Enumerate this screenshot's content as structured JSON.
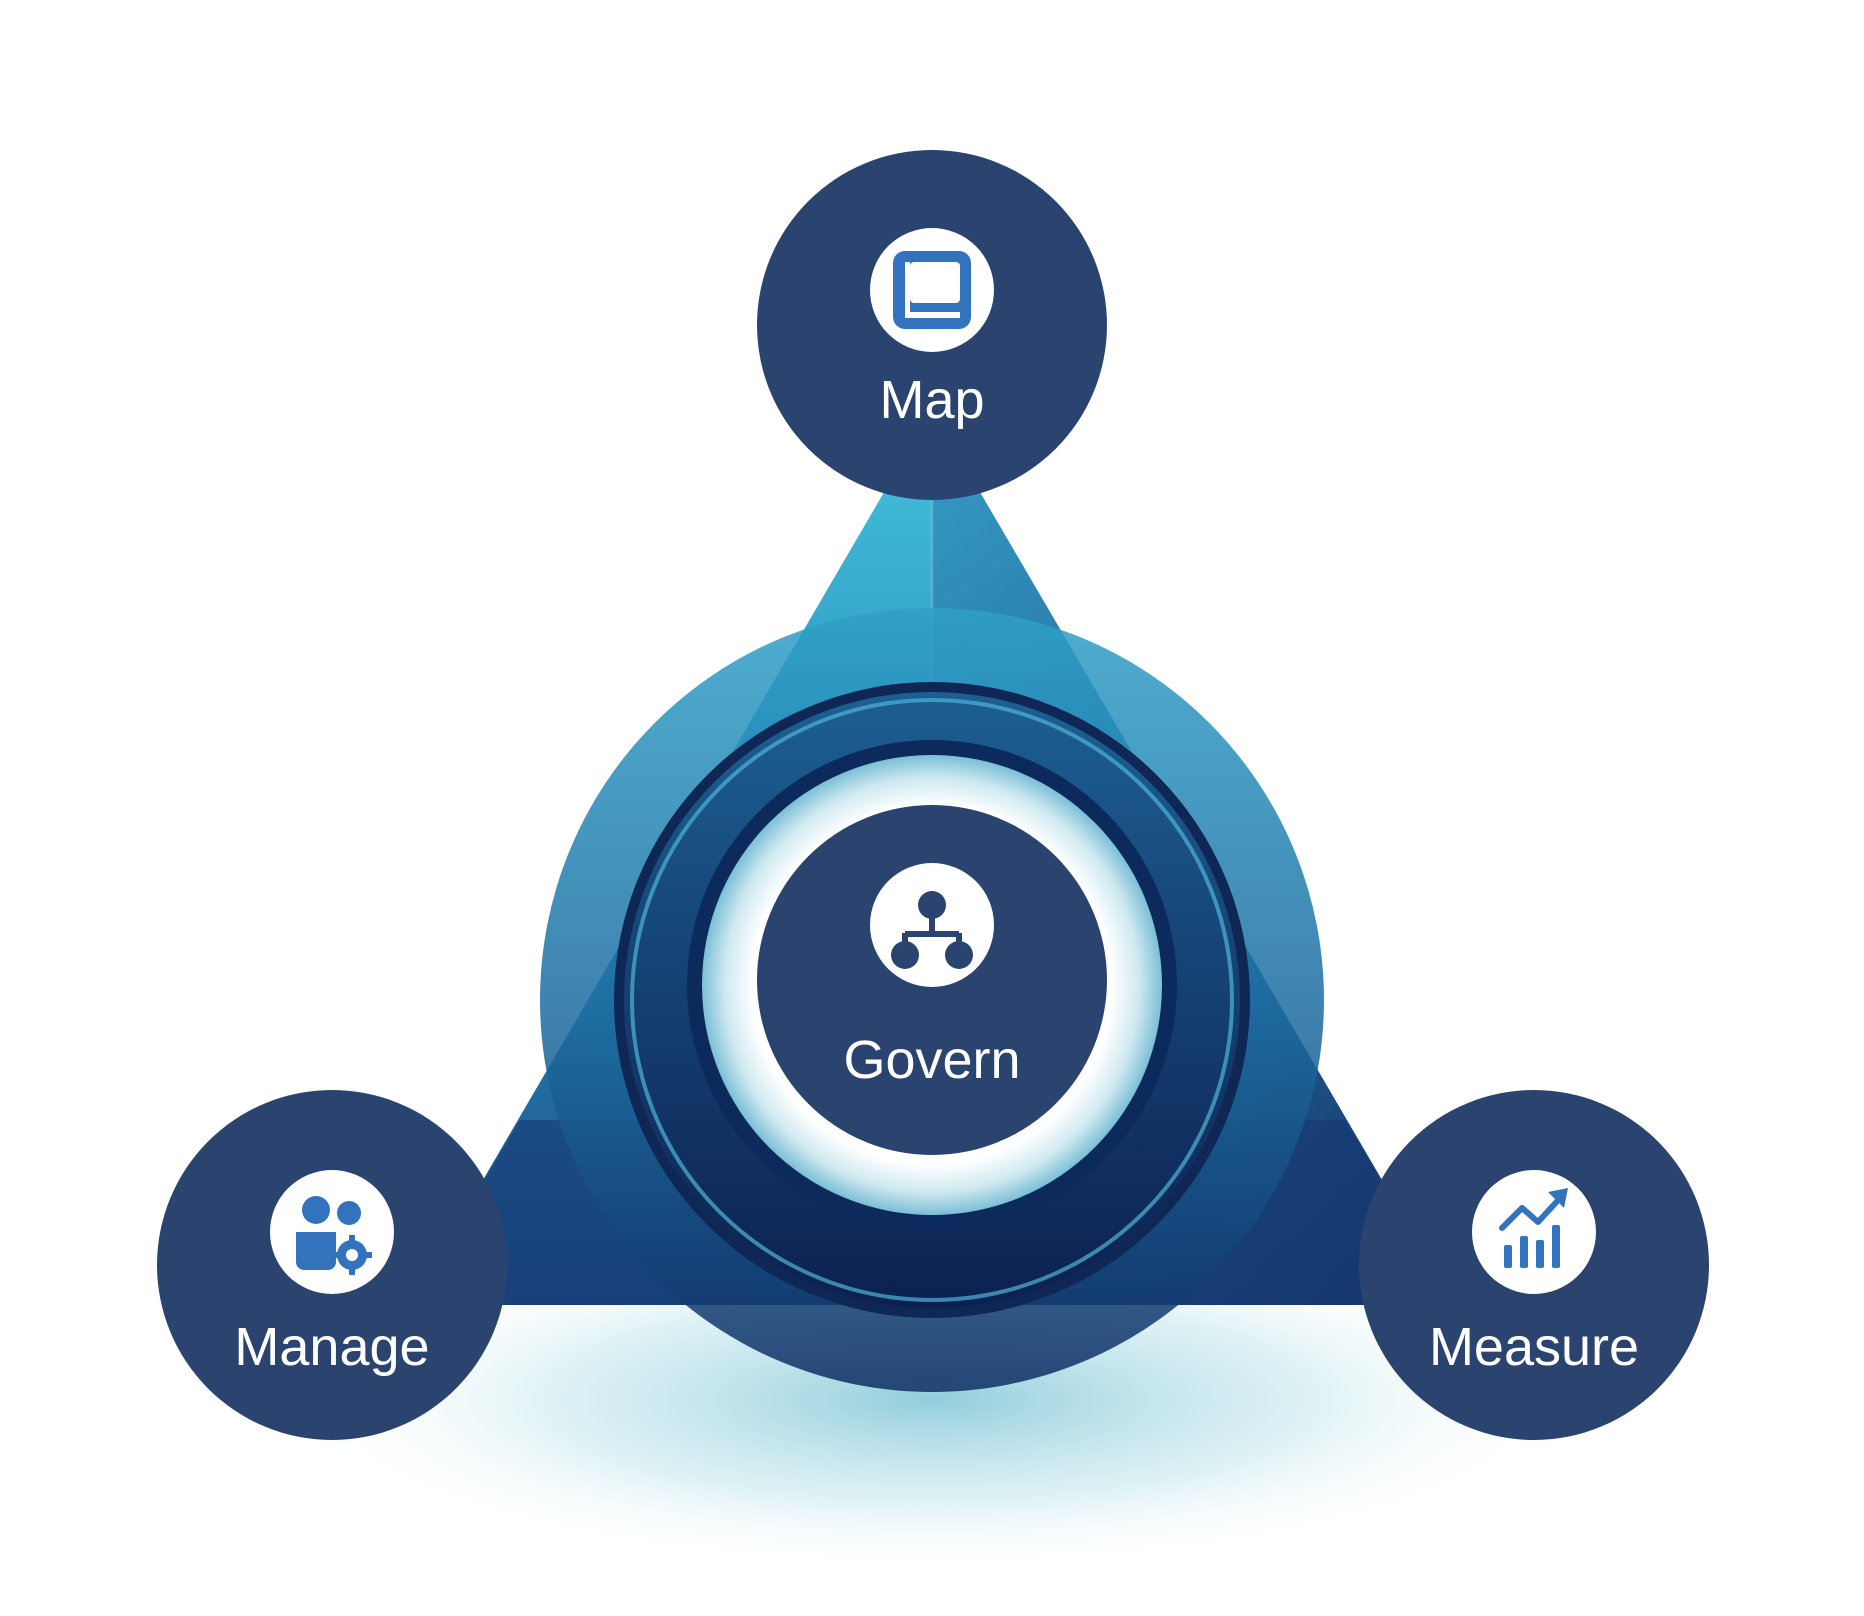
{
  "diagram": {
    "center": {
      "label": "Govern",
      "icon": "hierarchy-icon"
    },
    "nodes": [
      {
        "id": "map",
        "label": "Map",
        "icon": "layout-icon"
      },
      {
        "id": "manage",
        "label": "Manage",
        "icon": "people-settings-icon"
      },
      {
        "id": "measure",
        "label": "Measure",
        "icon": "chart-trend-icon"
      }
    ],
    "colors": {
      "node": "#2b446f",
      "icon": "#3373bd",
      "triangle_light": "#3fb5d3",
      "triangle_dark": "#1a3d78"
    }
  }
}
